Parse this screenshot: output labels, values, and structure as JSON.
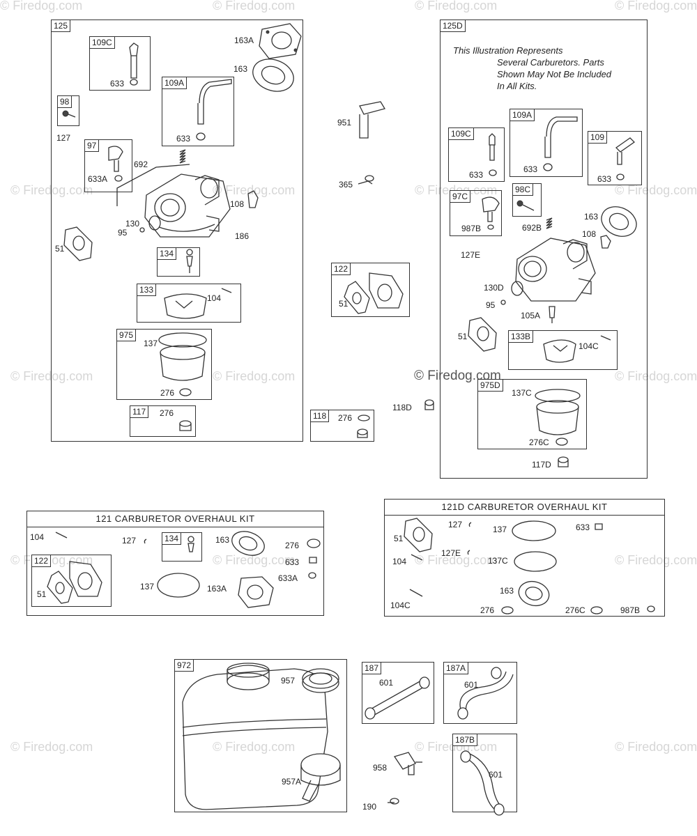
{
  "watermark": "© Firedog.com",
  "panels": {
    "p125": {
      "id": "125",
      "parts": {
        "a163A": "163A",
        "a163": "163",
        "b109C": "109C",
        "a633_1": "633",
        "b109A": "109A",
        "a633_2": "633",
        "b98": "98",
        "a127": "127",
        "b97": "97",
        "a633A": "633A",
        "a692": "692",
        "a108": "108",
        "a130": "130",
        "a95": "95",
        "a186": "186",
        "a51": "51",
        "b134": "134",
        "b133": "133",
        "a104": "104",
        "b975": "975",
        "a137": "137",
        "a276_1": "276",
        "b117": "117",
        "a276_2": "276"
      }
    },
    "mid": {
      "a951": "951",
      "a365": "365",
      "b122": "122",
      "a51": "51",
      "b118": "118",
      "a276": "276",
      "a118D": "118D"
    },
    "p125D": {
      "id": "125D",
      "note": [
        "This Illustration Represents",
        "Several Carburetors. Parts",
        "Shown May Not Be Included",
        "In All Kits."
      ],
      "parts": {
        "b109C": "109C",
        "a633_1": "633",
        "b109A": "109A",
        "a633_2": "633",
        "b109": "109",
        "a633_3": "633",
        "b97C": "97C",
        "a987B": "987B",
        "b98C": "98C",
        "a692B": "692B",
        "a163": "163",
        "a108": "108",
        "a127E": "127E",
        "a130D": "130D",
        "a95": "95",
        "a105A": "105A",
        "a51": "51",
        "b133B": "133B",
        "a104C": "104C",
        "b975D": "975D",
        "a137C": "137C",
        "a276C": "276C",
        "a117D": "117D"
      }
    },
    "kit121": {
      "title": "121 CARBURETOR OVERHAUL KIT",
      "parts": {
        "a104": "104",
        "a127": "127",
        "b134": "134",
        "a163": "163",
        "a276": "276",
        "a633": "633",
        "a633A": "633A",
        "b122": "122",
        "a51": "51",
        "a137": "137",
        "a163A": "163A"
      }
    },
    "kit121D": {
      "title": "121D CARBURETOR OVERHAUL KIT",
      "parts": {
        "a51": "51",
        "a127": "127",
        "a137": "137",
        "a633": "633",
        "a104": "104",
        "a127E": "127E",
        "a137C": "137C",
        "a163": "163",
        "a104C": "104C",
        "a276": "276",
        "a276C": "276C",
        "a987B": "987B"
      }
    },
    "p972": {
      "id": "972",
      "parts": {
        "a957": "957",
        "a957A": "957A",
        "a958": "958",
        "a190": "190"
      }
    },
    "p187": {
      "id": "187",
      "a601": "601"
    },
    "p187A": {
      "id": "187A",
      "a601": "601"
    },
    "p187B": {
      "id": "187B",
      "a601": "601"
    }
  }
}
